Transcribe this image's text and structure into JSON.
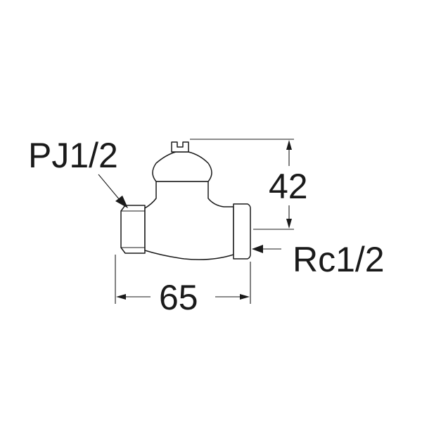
{
  "labels": {
    "inlet_thread": "PJ1/2",
    "height_dimension": "42",
    "outlet_thread": "Rc1/2",
    "length_dimension": "65"
  },
  "colors": {
    "line": "#1a1a1a",
    "background": "#ffffff"
  }
}
